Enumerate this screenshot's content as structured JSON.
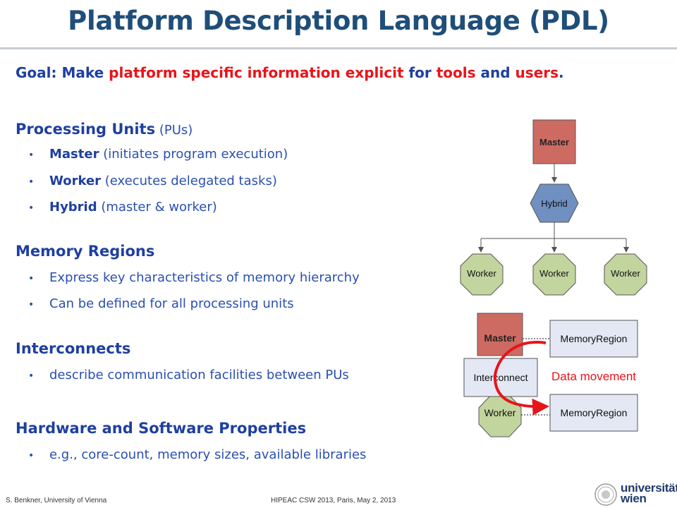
{
  "slide": {
    "title": "Platform Description Language (PDL)",
    "goal": {
      "p1": "Goal: Make ",
      "p2": "platform specific information explicit",
      "p3": " for ",
      "p4": "tools",
      "p5": " and ",
      "p6": "users",
      "p7": "."
    },
    "sections": {
      "pu": {
        "heading": "Processing Units",
        "paren": " (PUs)",
        "bullets": [
          {
            "bold": "Master",
            "text": " (initiates program execution)"
          },
          {
            "bold": "Worker",
            "text": " (executes delegated tasks)"
          },
          {
            "bold": "Hybrid",
            "text": " (master & worker)"
          }
        ]
      },
      "mem": {
        "heading": "Memory Regions",
        "bullets": [
          "Express key characteristics of memory hierarchy",
          "Can be defined for all processing units"
        ]
      },
      "ic": {
        "heading": "Interconnects",
        "bullets": [
          "describe communication facilities between PUs"
        ]
      },
      "hw": {
        "heading": "Hardware and Software Properties",
        "bullets": [
          "e.g., core-count, memory sizes, available libraries"
        ]
      }
    },
    "bullet_glyph": "•"
  },
  "diagram": {
    "top": {
      "master": "Master",
      "hybrid": "Hybrid",
      "workers": [
        "Worker",
        "Worker",
        "Worker"
      ]
    },
    "bottom": {
      "master": "Master",
      "interconnect": "Interconnect",
      "worker": "Worker",
      "memregion_top": "MemoryRegion",
      "memregion_bottom": "MemoryRegion",
      "data_movement": "Data movement"
    },
    "colors": {
      "master": "#cd6b63",
      "hybrid": "#6f90c1",
      "worker": "#c3d59e",
      "region": "#e3e8f4",
      "arrow": "#e8141b"
    }
  },
  "footer": {
    "author": "S. Benkner, University of Vienna",
    "event": "HIPEAC CSW 2013, Paris, May 2, 2013",
    "logo_line1": "universität",
    "logo_line2": "wien"
  }
}
